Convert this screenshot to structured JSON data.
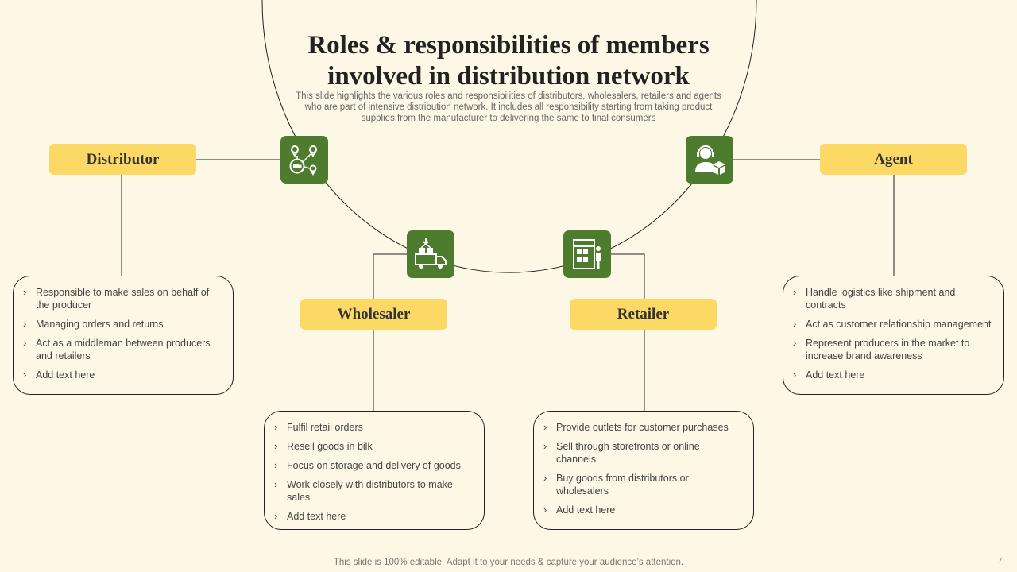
{
  "title": "Roles & responsibilities of members involved in distribution network",
  "subtitle": "This slide highlights the various roles and responsibilities of distributors, wholesalers, retailers and agents who are part of intensive distribution network. It includes all responsibility starting from taking product supplies from the manufacturer to delivering the same to final consumers",
  "roles": {
    "distributor": {
      "label": "Distributor",
      "icon": "location-network-icon",
      "items": [
        "Responsible to make sales  on behalf of the producer",
        "Managing orders and returns",
        "Act as a middleman between producers and retailers",
        "Add text here"
      ]
    },
    "wholesaler": {
      "label": "Wholesaler",
      "icon": "delivery-truck-icon",
      "items": [
        "Fulfil retail orders",
        "Resell goods in bilk",
        "Focus on storage and delivery of goods",
        "Work closely with distributors to make sales",
        "Add text here"
      ]
    },
    "retailer": {
      "label": "Retailer",
      "icon": "storefront-icon",
      "items": [
        "Provide  outlets for customer purchases",
        "Sell through storefronts or online channels",
        "Buy goods from distributors or wholesalers",
        "Add text here"
      ]
    },
    "agent": {
      "label": "Agent",
      "icon": "support-agent-icon",
      "items": [
        "Handle logistics like shipment and contracts",
        "Act as customer relationship management",
        "Represent producers in the market to increase brand awareness",
        "Add text here"
      ]
    }
  },
  "footer": "This slide is 100% editable. Adapt it to your needs & capture your audience’s attention.",
  "page_number": "7",
  "colors": {
    "background": "#fdf8e6",
    "label": "#fbd964",
    "icon_bg": "#4d7c2f"
  }
}
